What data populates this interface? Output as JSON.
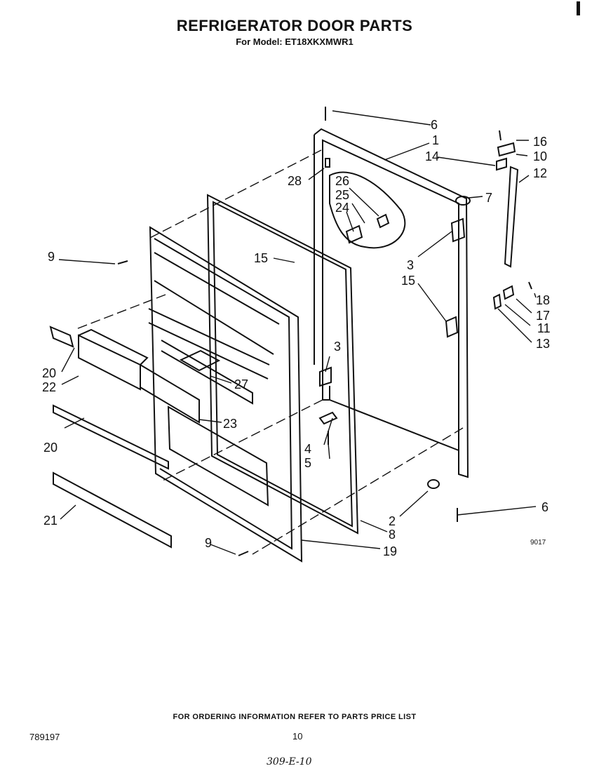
{
  "header": {
    "title": "REFRIGERATOR DOOR PARTS",
    "model": "For Model: ET18XKXMWR1"
  },
  "diagram": {
    "code": "9017",
    "callouts": {
      "c1": "1",
      "c2": "2",
      "c3a": "3",
      "c3b": "3",
      "c4": "4",
      "c5": "5",
      "c6a": "6",
      "c6b": "6",
      "c7": "7",
      "c8": "8",
      "c9a": "9",
      "c9b": "9",
      "c10": "10",
      "c11": "11",
      "c12": "12",
      "c13": "13",
      "c14": "14",
      "c15a": "15",
      "c15b": "15",
      "c16": "16",
      "c17": "17",
      "c18": "18",
      "c19": "19",
      "c20a": "20",
      "c20b": "20",
      "c21": "21",
      "c22": "22",
      "c23": "23",
      "c24": "24",
      "c25": "25",
      "c26": "26",
      "c27": "27",
      "c28": "28"
    }
  },
  "footer": {
    "ordering_note": "FOR ORDERING INFORMATION REFER TO PARTS PRICE LIST",
    "page_number": "10",
    "document_number": "789197",
    "handwritten_note": "309-E-10"
  }
}
